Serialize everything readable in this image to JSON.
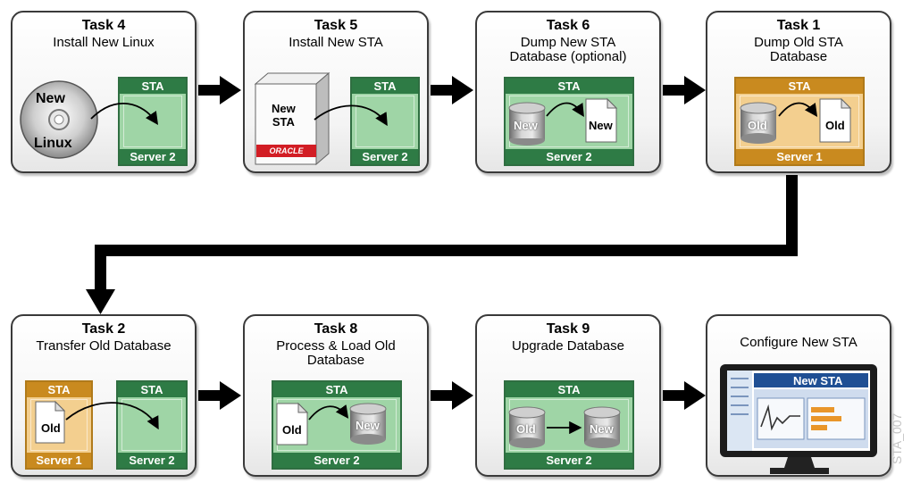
{
  "cards": [
    {
      "task": "Task 4",
      "title": "Install New Linux"
    },
    {
      "task": "Task 5",
      "title": "Install New STA"
    },
    {
      "task": "Task 6",
      "title": "Dump New STA\nDatabase (optional)"
    },
    {
      "task": "Task 1",
      "title": "Dump Old STA\nDatabase"
    },
    {
      "task": "Task 2",
      "title": "Transfer Old Database"
    },
    {
      "task": "Task 8",
      "title": "Process & Load Old\nDatabase"
    },
    {
      "task": "Task 9",
      "title": "Upgrade Database"
    },
    {
      "task": "",
      "title": "Configure New STA"
    }
  ],
  "labels": {
    "sta": "STA",
    "server1": "Server 1",
    "server2": "Server 2",
    "new": "New",
    "old": "Old",
    "linux": "Linux",
    "new_sta_box": "New\nSTA",
    "oracle": "ORACLE",
    "monitor_title": "New STA"
  },
  "watermark": "STA_007",
  "colors": {
    "server_new": "#9fd5a6",
    "server_old": "#f3cf8f",
    "arrow": "#000000"
  }
}
